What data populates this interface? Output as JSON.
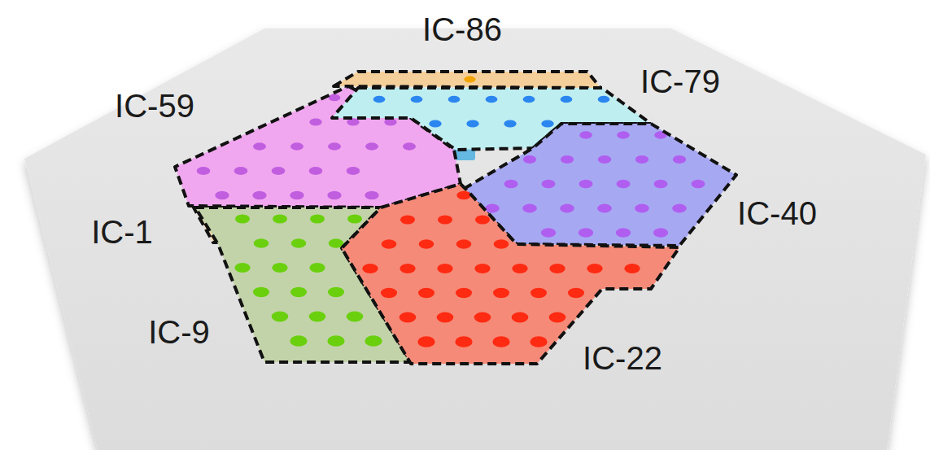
{
  "diagram": {
    "nodes": [
      {
        "text": [
          "IC-86"
        ]
      },
      {
        "text": [
          "IC-59"
        ]
      },
      {
        "text": [
          "IC-79"
        ]
      },
      {
        "text": [
          "IC-1"
        ]
      },
      {
        "text": [
          "IC-40"
        ]
      },
      {
        "text": [
          "IC-9"
        ]
      },
      {
        "text": [
          "IC-22"
        ]
      }
    ]
  }
}
